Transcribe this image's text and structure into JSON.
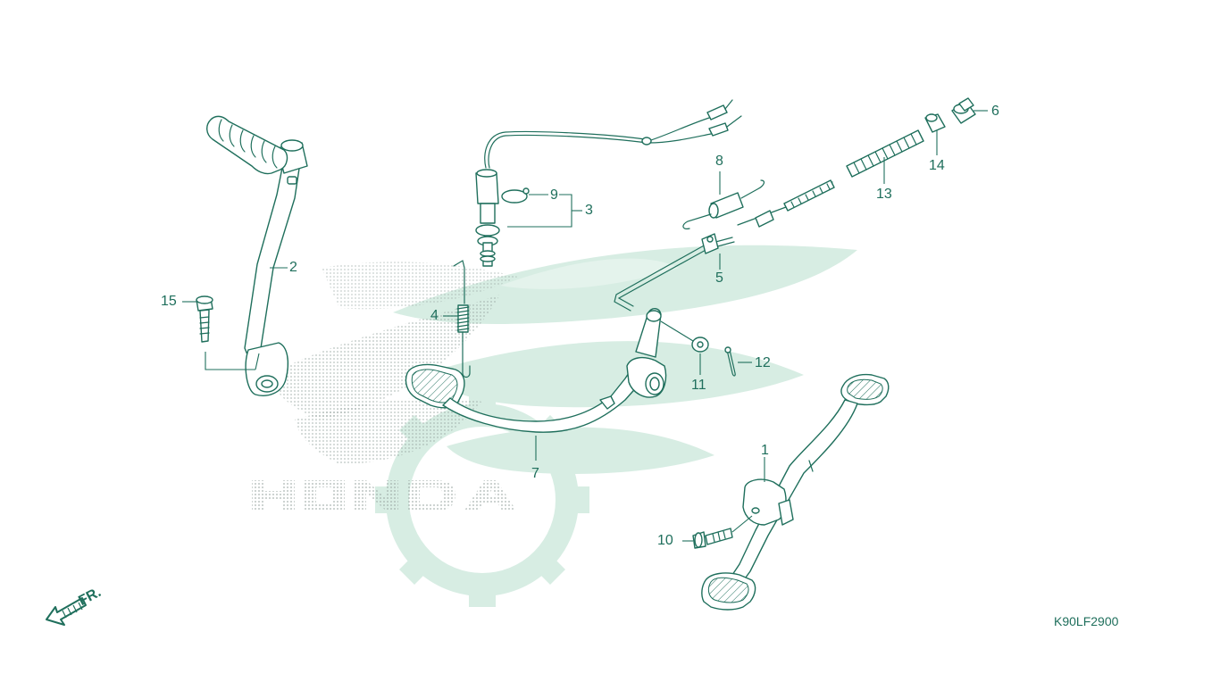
{
  "diagram_code": "K90LF2900",
  "direction_marker": "FR.",
  "callouts": {
    "c1": "1",
    "c2": "2",
    "c3": "3",
    "c4": "4",
    "c5": "5",
    "c6": "6",
    "c7": "7",
    "c8": "8",
    "c9": "9",
    "c10": "10",
    "c11": "11",
    "c12": "12",
    "c13": "13",
    "c14": "14",
    "c15": "15"
  },
  "colors": {
    "line": "#1f6f5c",
    "watermark": "#cfe9dd",
    "dots": "#9aa8a3"
  },
  "watermark_logo": "honda-wing-logo"
}
